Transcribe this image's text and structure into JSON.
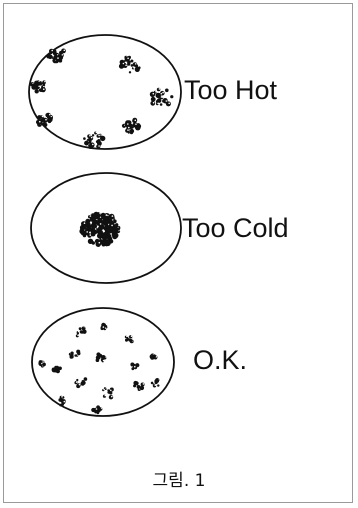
{
  "figure": {
    "panels": [
      {
        "id": "too-hot",
        "label": "Too Hot",
        "colony_pattern": "clumped colonies along the rim"
      },
      {
        "id": "too-cold",
        "label": "Too Cold",
        "colony_pattern": "single dense cluster in the center"
      },
      {
        "id": "ok",
        "label": "O.K.",
        "colony_pattern": "small colonies evenly spread"
      }
    ],
    "caption": "그림. 1"
  },
  "colors": {
    "ink": "#111111",
    "frame": "#9a9a9a",
    "background": "#ffffff"
  }
}
